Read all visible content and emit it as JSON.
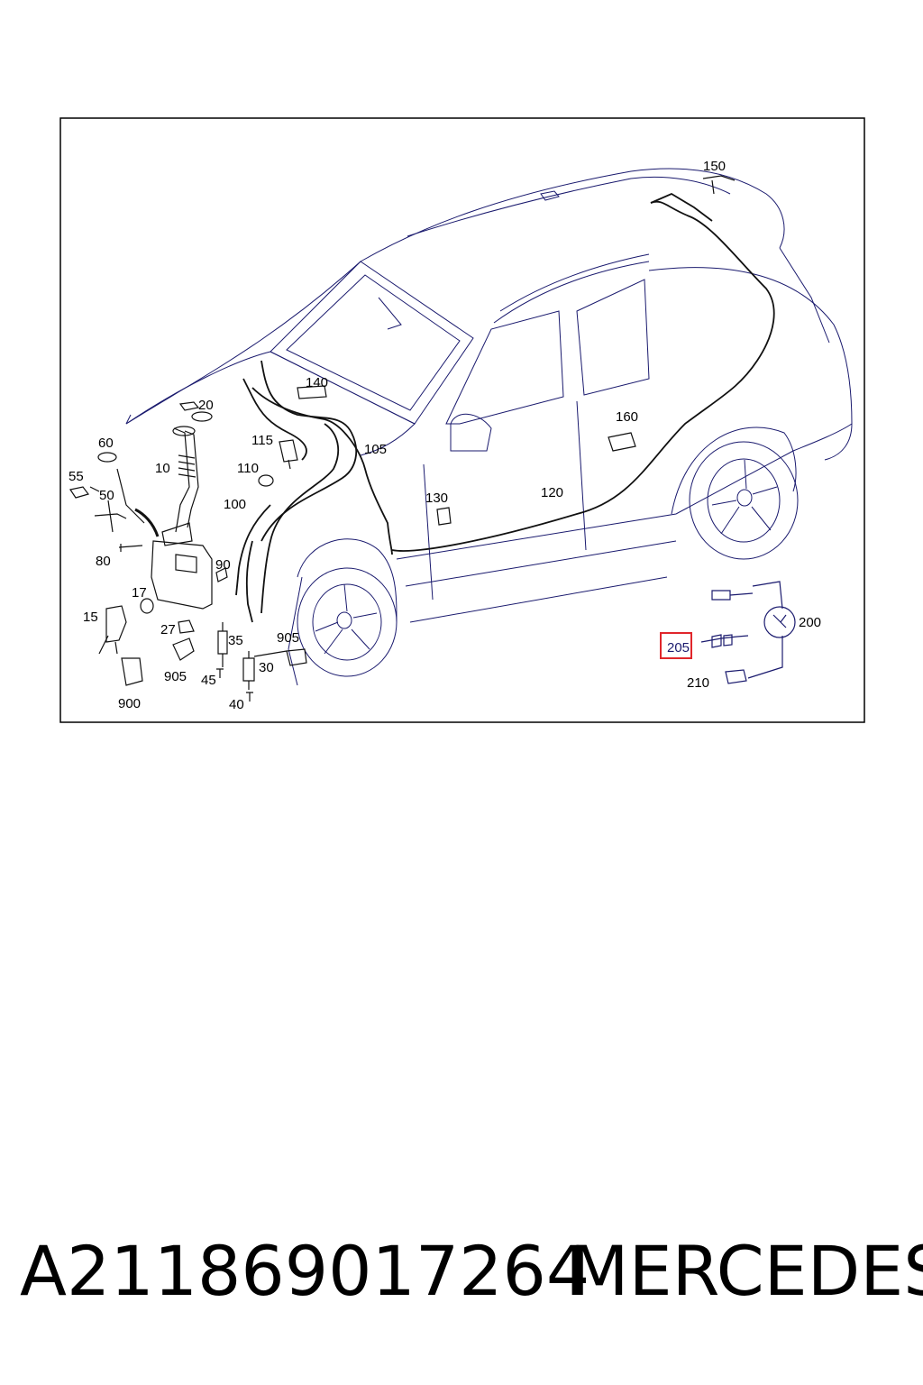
{
  "diagram": {
    "callouts": {
      "c10": "10",
      "c15": "15",
      "c17": "17",
      "c20": "20",
      "c27": "27",
      "c30": "30",
      "c35": "35",
      "c40": "40",
      "c45": "45",
      "c50": "50",
      "c55": "55",
      "c60": "60",
      "c80": "80",
      "c90": "90",
      "c100": "100",
      "c105": "105",
      "c110": "110",
      "c115": "115",
      "c120": "120",
      "c130": "130",
      "c140": "140",
      "c150": "150",
      "c160": "160",
      "c200": "200",
      "c205": "205",
      "c210": "210",
      "c900": "900",
      "c905a": "905",
      "c905b": "905"
    },
    "highlighted_callout": "205",
    "colors": {
      "line": "#1a1a6e",
      "highlight": "#e0262b",
      "frame": "#000000"
    }
  },
  "caption": {
    "part_number": "A211869017264",
    "brand": "MERCEDES"
  }
}
